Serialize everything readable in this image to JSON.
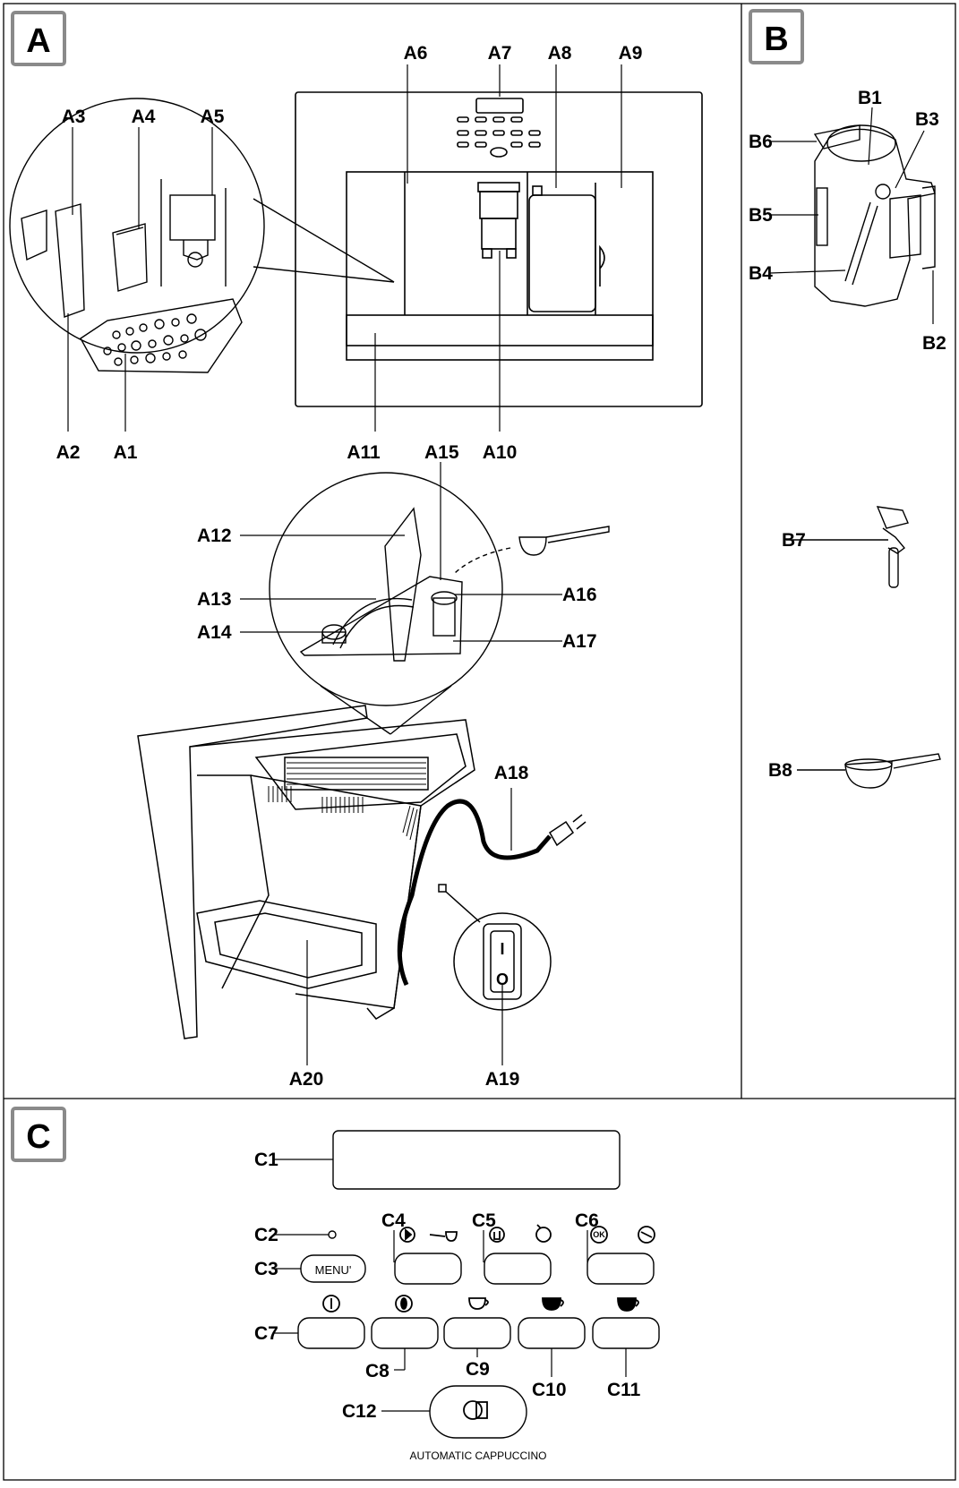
{
  "sections": {
    "A": "A",
    "B": "B",
    "C": "C"
  },
  "section_a": {
    "labels_top": [
      "A6",
      "A7",
      "A8",
      "A9"
    ],
    "labels_zoom": [
      "A3",
      "A4",
      "A5"
    ],
    "labels_zoom_bottom": [
      "A2",
      "A1"
    ],
    "labels_machine_bottom": [
      "A11",
      "A10"
    ],
    "labels_drawer": [
      "A12",
      "A13",
      "A14",
      "A15",
      "A16",
      "A17"
    ],
    "labels_base": [
      "A18",
      "A20",
      "A19"
    ],
    "switch_on": "I",
    "switch_off": "O"
  },
  "section_b": {
    "labels": [
      "B1",
      "B3",
      "B6",
      "B5",
      "B4",
      "B2",
      "B7",
      "B8"
    ]
  },
  "section_c": {
    "labels": [
      "C1",
      "C2",
      "C3",
      "C4",
      "C5",
      "C6",
      "C7",
      "C8",
      "C9",
      "C10",
      "C11",
      "C12"
    ],
    "menu_label": "MENU'",
    "ok_label": "OK",
    "cappuccino_caption": "AUTOMATIC CAPPUCCINO"
  },
  "colors": {
    "stroke": "#000000",
    "frame": "#8a8a8a",
    "background": "#ffffff"
  }
}
